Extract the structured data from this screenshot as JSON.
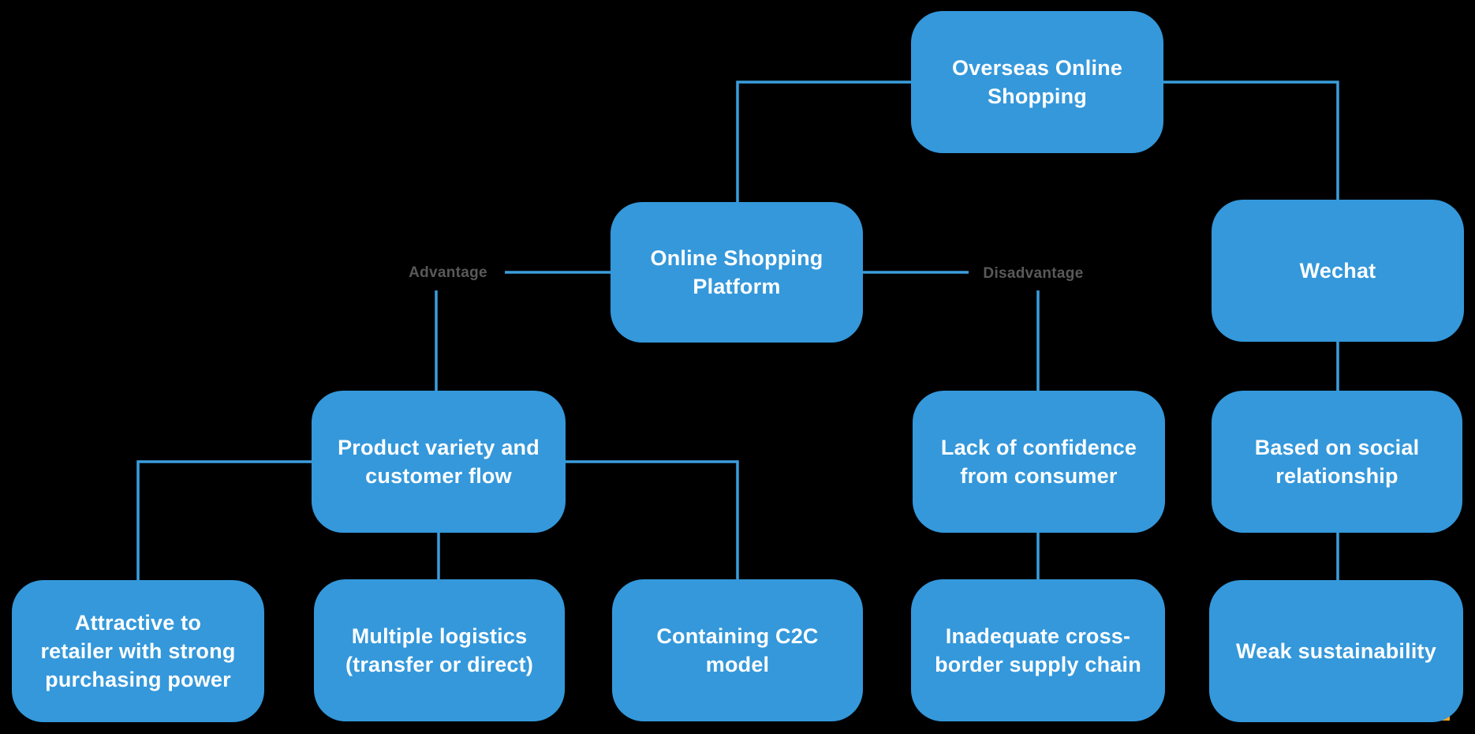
{
  "colors": {
    "background": "#000000",
    "node_fill": "#3498db",
    "connector": "#3b9ddc",
    "node_text": "#ffffff",
    "label_text": "#595959",
    "artifact": "#f5a623"
  },
  "nodes": {
    "overseas": {
      "label": "Overseas Online\nShopping"
    },
    "platform": {
      "label": "Online Shopping\nPlatform"
    },
    "wechat": {
      "label": "Wechat"
    },
    "product_variety": {
      "label": "Product variety and\ncustomer flow"
    },
    "lack_confidence": {
      "label": "Lack of confidence\nfrom consumer"
    },
    "based_social": {
      "label": "Based on social\nrelationship"
    },
    "attractive_retailer": {
      "label": "Attractive to\nretailer with strong\npurchasing power"
    },
    "multiple_logistics": {
      "label": "Multiple logistics\n(transfer or direct)"
    },
    "containing_c2c": {
      "label": "Containing C2C\nmodel"
    },
    "inadequate_supply": {
      "label": "Inadequate cross-\nborder supply chain"
    },
    "weak_sustainability": {
      "label": "Weak sustainability"
    }
  },
  "edge_labels": {
    "advantage": "Advantage",
    "disadvantage": "Disadvantage"
  }
}
